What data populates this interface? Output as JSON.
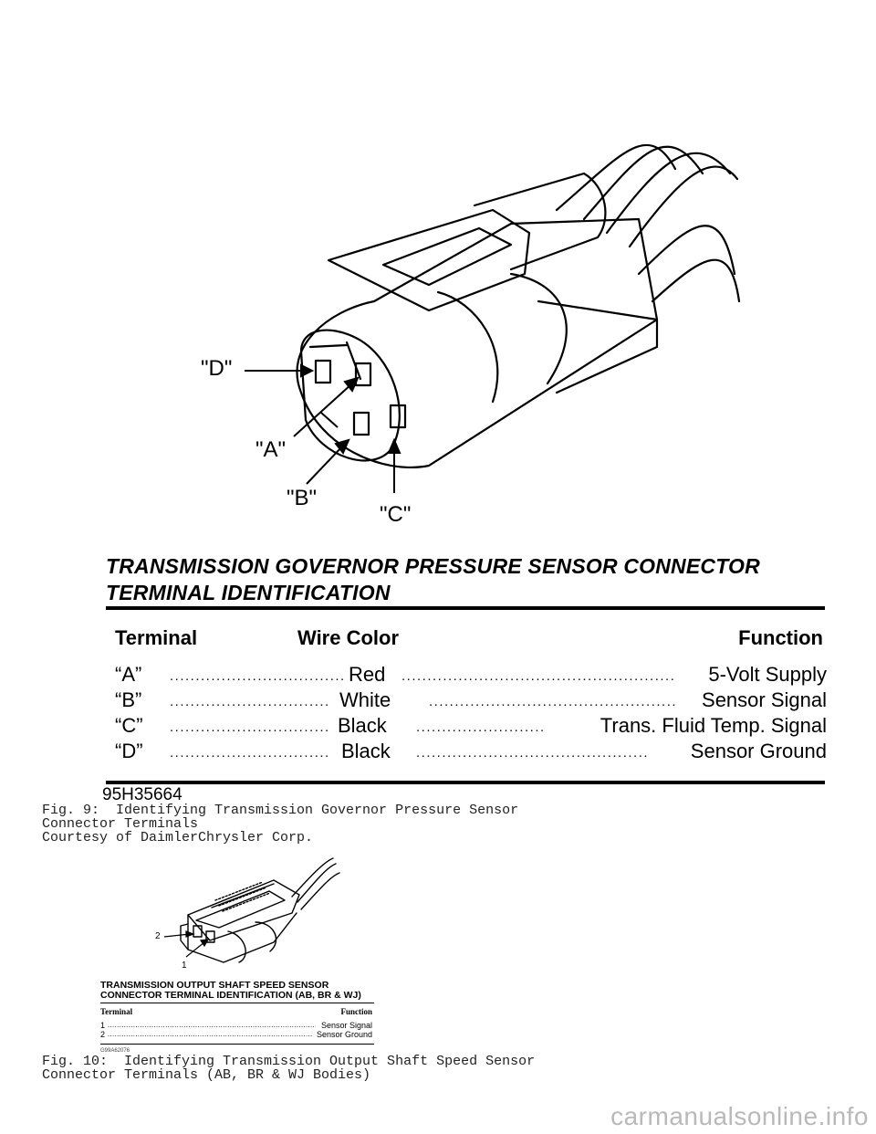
{
  "figure9": {
    "labels": {
      "d": "\"D\"",
      "a": "\"A\"",
      "b": "\"B\"",
      "c": "\"C\""
    },
    "title_line1": "TRANSMISSION GOVERNOR PRESSURE SENSOR CONNECTOR",
    "title_line2": "TERMINAL IDENTIFICATION",
    "table": {
      "headers": {
        "terminal": "Terminal",
        "wire_color": "Wire Color",
        "function": "Function"
      },
      "rows": [
        {
          "terminal": "“A”",
          "wire_color": "Red",
          "function": "5-Volt Supply"
        },
        {
          "terminal": "“B”",
          "wire_color": "White",
          "function": "Sensor Signal"
        },
        {
          "terminal": "“C”",
          "wire_color": "Black",
          "function": "Trans. Fluid Temp. Signal"
        },
        {
          "terminal": "“D”",
          "wire_color": "Black",
          "function": "Sensor Ground"
        }
      ]
    },
    "figure_number": "95H35664",
    "caption": "Fig. 9:  Identifying Transmission Governor Pressure Sensor\nConnector Terminals\nCourtesy of DaimlerChrysler Corp."
  },
  "figure10": {
    "labels": {
      "two": "2",
      "one": "1"
    },
    "title_line1": "TRANSMISSION OUTPUT SHAFT SPEED SENSOR",
    "title_line2": "CONNECTOR TERMINAL IDENTIFICATION (AB, BR & WJ)",
    "table": {
      "headers": {
        "terminal": "Terminal",
        "function": "Function"
      },
      "rows": [
        {
          "terminal": "1",
          "function": "Sensor Signal"
        },
        {
          "terminal": "2",
          "function": "Sensor Ground"
        }
      ]
    },
    "figure_number": "G99A62076",
    "caption": "Fig. 10:  Identifying Transmission Output Shaft Speed Sensor\nConnector Terminals (AB, BR & WJ Bodies)"
  },
  "watermark": "carmanualsonline.info"
}
